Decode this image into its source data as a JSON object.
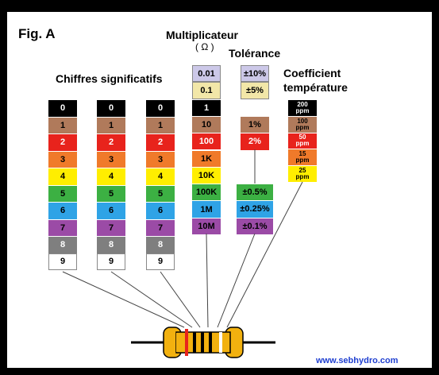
{
  "figure_label": "Fig. A",
  "headers": {
    "significant": "Chiffres significatifs",
    "multiplier": "Multiplicateur",
    "multiplier_unit": "( Ω )",
    "tolerance": "Tolérance",
    "coefficient_line1": "Coefficient",
    "coefficient_line2": "température"
  },
  "website": "www.sebhydro.com",
  "colors": {
    "black": "#000000",
    "brown": "#b07a5b",
    "red": "#e8231c",
    "orange": "#f07a2a",
    "yellow": "#ffee00",
    "green": "#3cb043",
    "blue": "#2fa3e6",
    "violet": "#9b4ba6",
    "grey": "#7f7f7f",
    "white": "#ffffff",
    "gold": "#f2e7a8",
    "silver": "#ccc8e8",
    "wire": "#444444",
    "resistor_body": "#f2b10f",
    "url": "#1f3fd0"
  },
  "digit_columns": [
    {
      "labels": [
        "0",
        "1",
        "2",
        "3",
        "4",
        "5",
        "6",
        "7",
        "8",
        "9"
      ],
      "colors": [
        "black",
        "brown",
        "red",
        "orange",
        "yellow",
        "green",
        "blue",
        "violet",
        "grey",
        "white"
      ]
    },
    {
      "labels": [
        "0",
        "1",
        "2",
        "3",
        "4",
        "5",
        "6",
        "7",
        "8",
        "9"
      ],
      "colors": [
        "black",
        "brown",
        "red",
        "orange",
        "yellow",
        "green",
        "blue",
        "violet",
        "grey",
        "white"
      ]
    },
    {
      "labels": [
        "0",
        "1",
        "2",
        "3",
        "4",
        "5",
        "6",
        "7",
        "8",
        "9"
      ],
      "colors": [
        "black",
        "brown",
        "red",
        "orange",
        "yellow",
        "green",
        "blue",
        "violet",
        "grey",
        "white"
      ]
    }
  ],
  "multiplier": {
    "labels": [
      "0.01",
      "0.1",
      "1",
      "10",
      "100",
      "1K",
      "10K",
      "100K",
      "1M",
      "10M"
    ],
    "colors": [
      "silver",
      "gold",
      "black",
      "brown",
      "red",
      "orange",
      "yellow",
      "green",
      "blue",
      "violet"
    ]
  },
  "tolerance_top": {
    "labels": [
      "±10%",
      "±5%"
    ],
    "colors": [
      "silver",
      "gold"
    ]
  },
  "tolerance_mid": {
    "labels": [
      "1%",
      "2%"
    ],
    "colors": [
      "brown",
      "red"
    ]
  },
  "tolerance_bottom": {
    "labels": [
      "±0.5%",
      "±0.25%",
      "±0.1%"
    ],
    "colors": [
      "green",
      "blue",
      "violet"
    ]
  },
  "temperature_coefficient": {
    "values": [
      "200",
      "100",
      "50",
      "15",
      "25"
    ],
    "unit": "ppm",
    "colors": [
      "black",
      "brown",
      "red",
      "orange",
      "yellow"
    ]
  }
}
